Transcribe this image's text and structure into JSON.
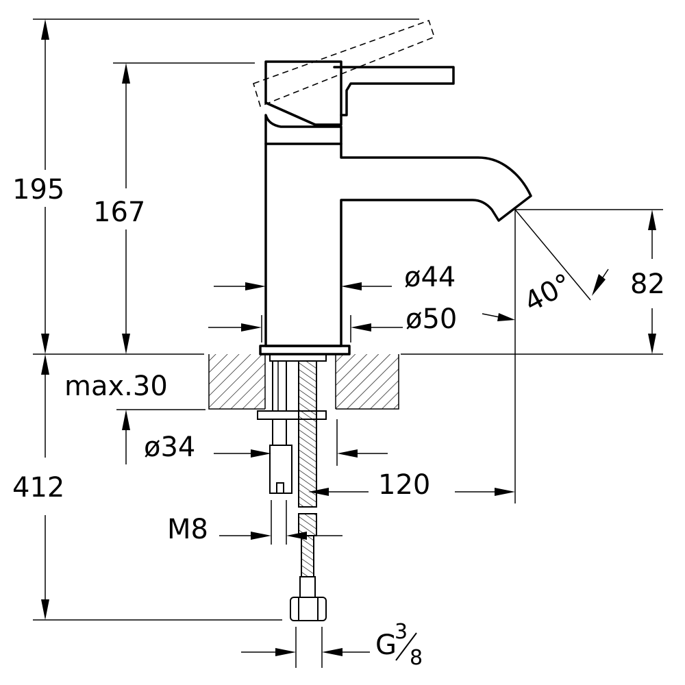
{
  "labels": {
    "total_height": "195",
    "spout_height": "167",
    "outlet_height": "82",
    "body_diameter": "ø44",
    "base_diameter": "ø50",
    "spout_angle": "40°",
    "max_counter_thickness": "max.30",
    "shank_diameter": "ø34",
    "hose_length": "412",
    "projection": "120",
    "stud_thread": "M8",
    "connection_prefix": "G",
    "connection_num": "3",
    "connection_den": "8"
  }
}
